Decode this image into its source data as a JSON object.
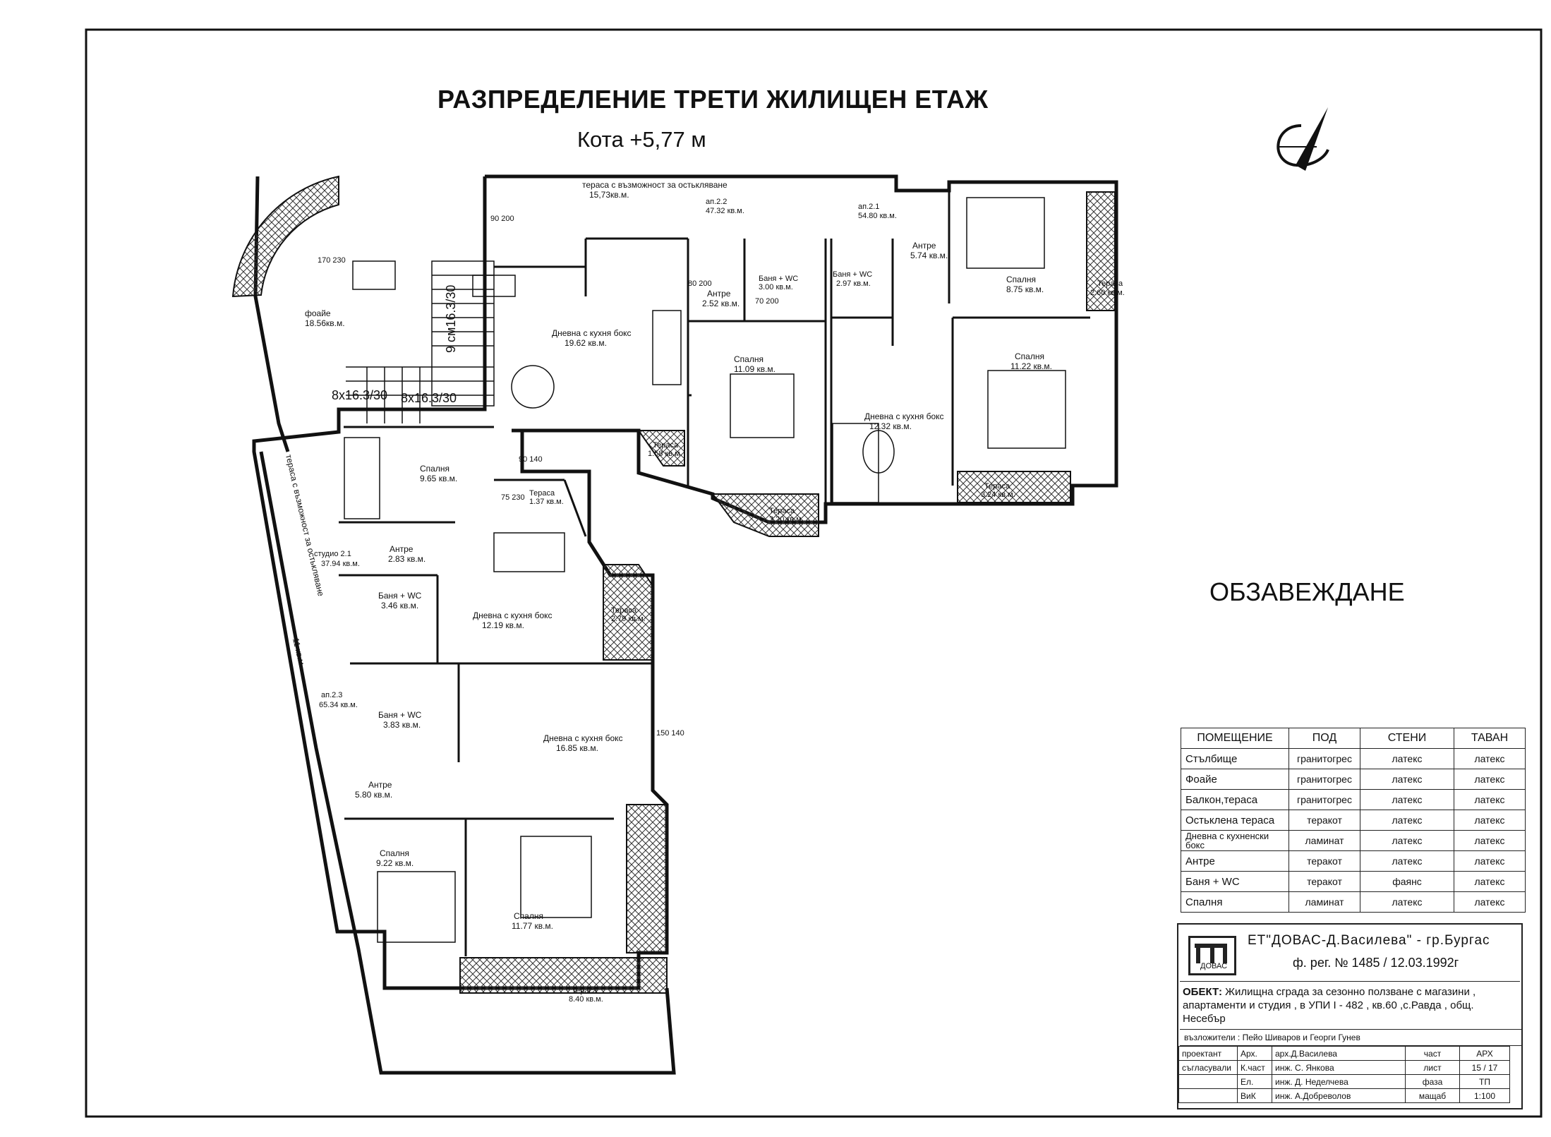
{
  "title": "РАЗПРЕДЕЛЕНИЕ ТРЕТИ  ЖИЛИЩЕН ЕТАЖ",
  "level": "Кота  +5,77 м",
  "section_label": "ОБЗАВЕЖДАНЕ",
  "plan": {
    "rooms": [
      {
        "id": "foyer",
        "name": "фоайе",
        "area": "18.56кв.м."
      },
      {
        "id": "terrace-top",
        "name": "тераса с възможност за остькляване",
        "area": "15,73кв.м."
      },
      {
        "id": "ap22",
        "name": "ап.2.2",
        "area": "47.32 кв.м."
      },
      {
        "id": "ap21",
        "name": "ап.2.1",
        "area": "54.80 кв.м."
      },
      {
        "id": "living-a",
        "name": "Дневна с кухня бокс",
        "area": "19.62 кв.м."
      },
      {
        "id": "entry-a",
        "name": "Антре",
        "area": "2.52 кв.м."
      },
      {
        "id": "bath-a",
        "name": "Баня + WC",
        "area": "3.00 кв.м."
      },
      {
        "id": "bath-b",
        "name": "Баня + WC",
        "area": "2.97 кв.м."
      },
      {
        "id": "entry-b",
        "name": "Антре",
        "area": "5.74 кв.м."
      },
      {
        "id": "bed-b1",
        "name": "Спалня",
        "area": "8.75 кв.м."
      },
      {
        "id": "bed-b2",
        "name": "Спалня",
        "area": "11.22 кв.м."
      },
      {
        "id": "bed-a",
        "name": "Спалня",
        "area": "11.09 кв.м."
      },
      {
        "id": "living-b",
        "name": "Дневна с кухня бокс",
        "area": "12.32 кв.м."
      },
      {
        "id": "terrace-b1",
        "name": "Тераса",
        "area": "2.60 кв.м."
      },
      {
        "id": "terrace-b2",
        "name": "Тераса",
        "area": "3.24 кв.м."
      },
      {
        "id": "terrace-a1",
        "name": "Тераса",
        "area": "1.58 кв.м."
      },
      {
        "id": "terrace-a2",
        "name": "Тераса",
        "area": "3.20 кв.м."
      },
      {
        "id": "bed-s",
        "name": "Спалня",
        "area": "9.65 кв.м."
      },
      {
        "id": "terrace-s",
        "name": "Тераса",
        "area": "1.37 кв.м."
      },
      {
        "id": "studio21",
        "name": "студио 2.1",
        "area": "37.94 кв.м."
      },
      {
        "id": "entry-s",
        "name": "Антре",
        "area": "2.83 кв.м."
      },
      {
        "id": "bath-s",
        "name": "Баня + WC",
        "area": "3.46 кв.м."
      },
      {
        "id": "living-s",
        "name": "Дневна с кухня бокс",
        "area": "12.19 кв.м."
      },
      {
        "id": "terrace-s2",
        "name": "Тераса",
        "area": "2.79 кв.м."
      },
      {
        "id": "terrace-side",
        "name": "тераса с възможност за остькляване",
        "area": "11 кв.м."
      },
      {
        "id": "ap23",
        "name": "ап.2.3",
        "area": "65.34 кв.м."
      },
      {
        "id": "bath-c",
        "name": "Баня + WC",
        "area": "3.83 кв.м."
      },
      {
        "id": "living-c",
        "name": "Дневна с кухня бокс",
        "area": "16.85 кв.м."
      },
      {
        "id": "entry-c",
        "name": "Антре",
        "area": "5.80 кв.м."
      },
      {
        "id": "bed-c1",
        "name": "Спалня",
        "area": "9.22 кв.м."
      },
      {
        "id": "bed-c2",
        "name": "Спалня",
        "area": "11.77 кв.м."
      },
      {
        "id": "terrace-c",
        "name": "Тераса",
        "area": "8.40 кв.м."
      }
    ],
    "stairs": [
      "8х16.3/30",
      "8х16.3/30",
      "9 см16.3/30"
    ],
    "doors": [
      "90 200",
      "80 200",
      "70 200",
      "75 230",
      "90 140",
      "150 140",
      "170 230"
    ]
  },
  "finishes": {
    "headers": [
      "ПОМЕЩЕНИЕ",
      "ПОД",
      "СТЕНИ",
      "ТАВАН"
    ],
    "rows": [
      [
        "Стълбище",
        "гранитогрес",
        "латекс",
        "латекс"
      ],
      [
        "Фоайе",
        "гранитогрес",
        "латекс",
        "латекс"
      ],
      [
        "Балкон,тераса",
        "гранитогрес",
        "латекс",
        "латекс"
      ],
      [
        "Остьклена тераса",
        "теракот",
        "латекс",
        "латекс"
      ],
      [
        "Дневна с кухненски бокс",
        "ламинат",
        "латекс",
        "латекс"
      ],
      [
        "Антре",
        "теракот",
        "латекс",
        "латекс"
      ],
      [
        "Баня + WC",
        "теракот",
        "фаянс",
        "латекс"
      ],
      [
        "Спалня",
        "ламинат",
        "латекс",
        "латекс"
      ]
    ]
  },
  "title_block": {
    "logo_text": "ДОВАС",
    "firm": "ЕТ\"ДОВАС-Д.Василева\"  - гр.Бургас",
    "registration": "ф. рег. № 1485 / 12.03.1992г",
    "object_label": "ОБЕКТ:",
    "object_text": "Жилищна сграда за сезонно ползване с магазини , апартаменти и студия , в УПИ I - 482 , кв.60 ,с.Равда , общ. Несебър",
    "investors": "възложители :  Пейо Шиваров и Георги Гунев",
    "rows": [
      [
        "проектант",
        "Арх.",
        "арх.Д.Василева",
        "част",
        "АРХ"
      ],
      [
        "съгласували",
        "К.част",
        "инж. С. Янкова",
        "лист",
        "15 / 17"
      ],
      [
        "",
        "Ел.",
        "инж. Д. Неделчева",
        "фаза",
        "ТП"
      ],
      [
        "",
        "ВиК",
        "инж. А.Добреволов",
        "мащаб",
        "1:100"
      ]
    ]
  }
}
